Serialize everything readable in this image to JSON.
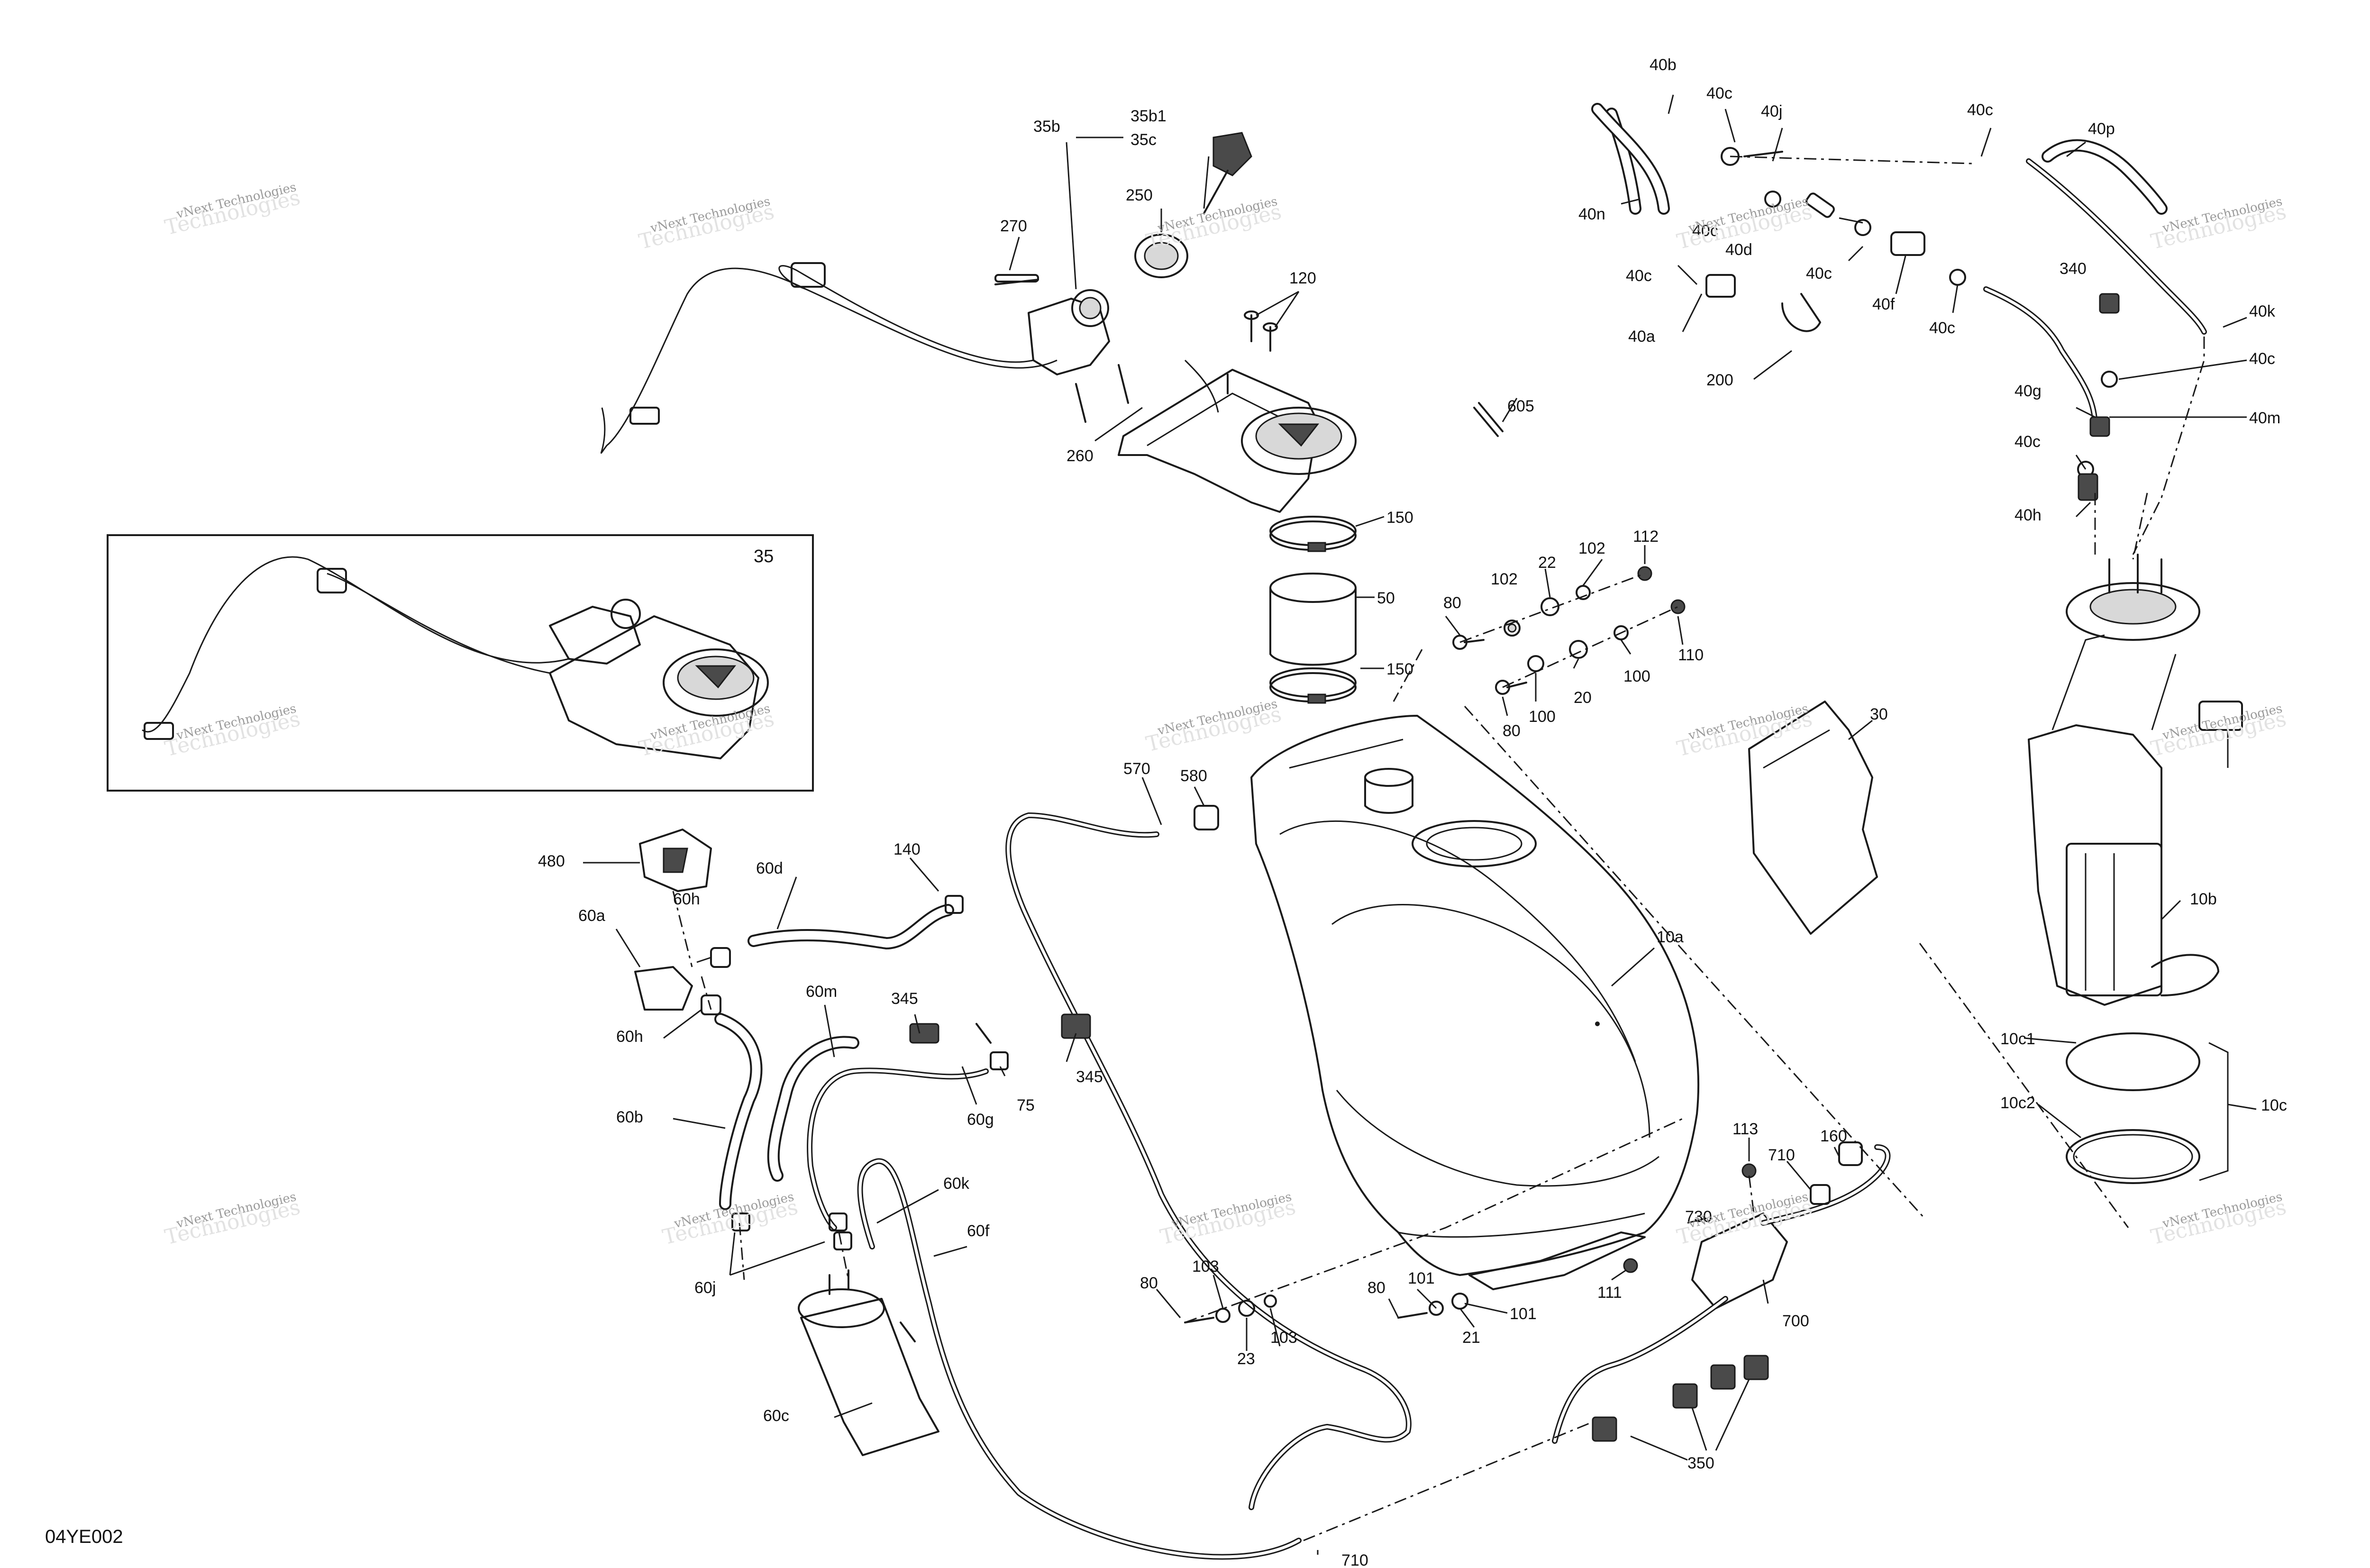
{
  "drawing": {
    "code": "04YE002",
    "watermark_line1": "vNext Technologies",
    "watermark_line2": "Technologies"
  },
  "inset": {
    "label": "35"
  },
  "callouts": {
    "c35b": "35b",
    "c35b1": "35b1",
    "c35c": "35c",
    "c270": "270",
    "c250": "250",
    "c120": "120",
    "c260": "260",
    "c150a": "150",
    "c50": "50",
    "c150b": "150",
    "c40b": "40b",
    "c40c_1": "40c",
    "c40j": "40j",
    "c40c_2": "40c",
    "c40p": "40p",
    "c40n": "40n",
    "c40c_3": "40c",
    "c40d": "40d",
    "c40c_4": "40c",
    "c40c_5": "40c",
    "c40f": "40f",
    "c40c_6": "40c",
    "c40a": "40a",
    "c200": "200",
    "c340": "340",
    "c40k": "40k",
    "c40c_7": "40c",
    "c40g": "40g",
    "c40m": "40m",
    "c40c_8": "40c",
    "c40h": "40h",
    "c605": "605",
    "c112": "112",
    "c102a": "102",
    "c22": "22",
    "c102b": "102",
    "c80a": "80",
    "c110": "110",
    "c100a": "100",
    "c20": "20",
    "c100b": "100",
    "c80b": "80",
    "c30": "30",
    "c570": "570",
    "c580": "580",
    "c10a": "10a",
    "c10b": "10b",
    "c480": "480",
    "c60d": "60d",
    "c140": "140",
    "c60a": "60a",
    "c60h_1": "60h",
    "c60h_2": "60h",
    "c60m": "60m",
    "c345a": "345",
    "c345b": "345",
    "c60g": "60g",
    "c75": "75",
    "c10c1": "10c1",
    "c10c2": "10c2",
    "c10c": "10c",
    "c60b": "60b",
    "c60k": "60k",
    "c60f": "60f",
    "c60j": "60j",
    "c113": "113",
    "c160": "160",
    "c710a": "710",
    "c730": "730",
    "c111": "111",
    "c700": "700",
    "c80c": "80",
    "c103a": "103",
    "c103b": "103",
    "c23": "23",
    "c80d": "80",
    "c101a": "101",
    "c21": "21",
    "c101b": "101",
    "c60c": "60c",
    "c350": "350",
    "c710b": "710"
  }
}
